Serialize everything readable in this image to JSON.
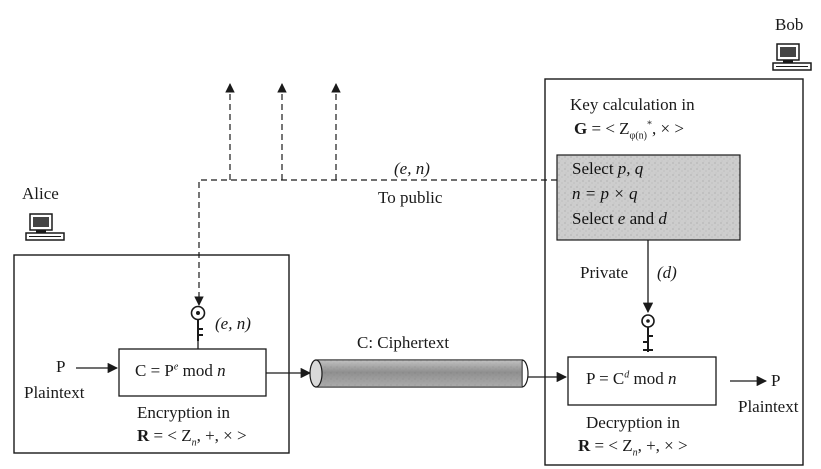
{
  "actors": {
    "alice": "Alice",
    "bob": "Bob"
  },
  "public_channel": {
    "key_label": "(e, n)",
    "to_public": "To public"
  },
  "key_calc": {
    "line1": "Key calculation in",
    "group_prefix": "G",
    "group_rest": " = < Z",
    "group_sub": "φ(n)",
    "group_sup": "*",
    "group_end": ", × >"
  },
  "select_box": {
    "line1_a": "Select ",
    "line1_b": "p, q",
    "line2": "n = p × q",
    "line3_a": "Select ",
    "line3_b": "e",
    "line3_c": " and ",
    "line3_d": "d"
  },
  "private": {
    "label": "Private",
    "key": "(d)"
  },
  "alice_side": {
    "key_label": "(e, n)",
    "input_p": "P",
    "plaintext": "Plaintext",
    "enc_formula_a": "C = P",
    "enc_formula_sup": "e",
    "enc_formula_b": " mod ",
    "enc_formula_n": "n",
    "enc_title": "Encryption in",
    "ring_prefix": "R",
    "ring_rest": " = < Z",
    "ring_sub": "n",
    "ring_end": ", +, × >"
  },
  "channel": {
    "label": "C: Ciphertext"
  },
  "bob_side": {
    "dec_formula_a": "P = C",
    "dec_formula_sup": "d",
    "dec_formula_b": " mod ",
    "dec_formula_n": "n",
    "output_p": "P",
    "plaintext": "Plaintext",
    "dec_title": "Decryption in",
    "ring_prefix": "R",
    "ring_rest": " = < Z",
    "ring_sub": "n",
    "ring_end": ", +, × >"
  },
  "colors": {
    "ink": "#1a1a1a",
    "select_box_fill": "#cfcfcf",
    "pipe_fill": "#8a8a8a"
  }
}
